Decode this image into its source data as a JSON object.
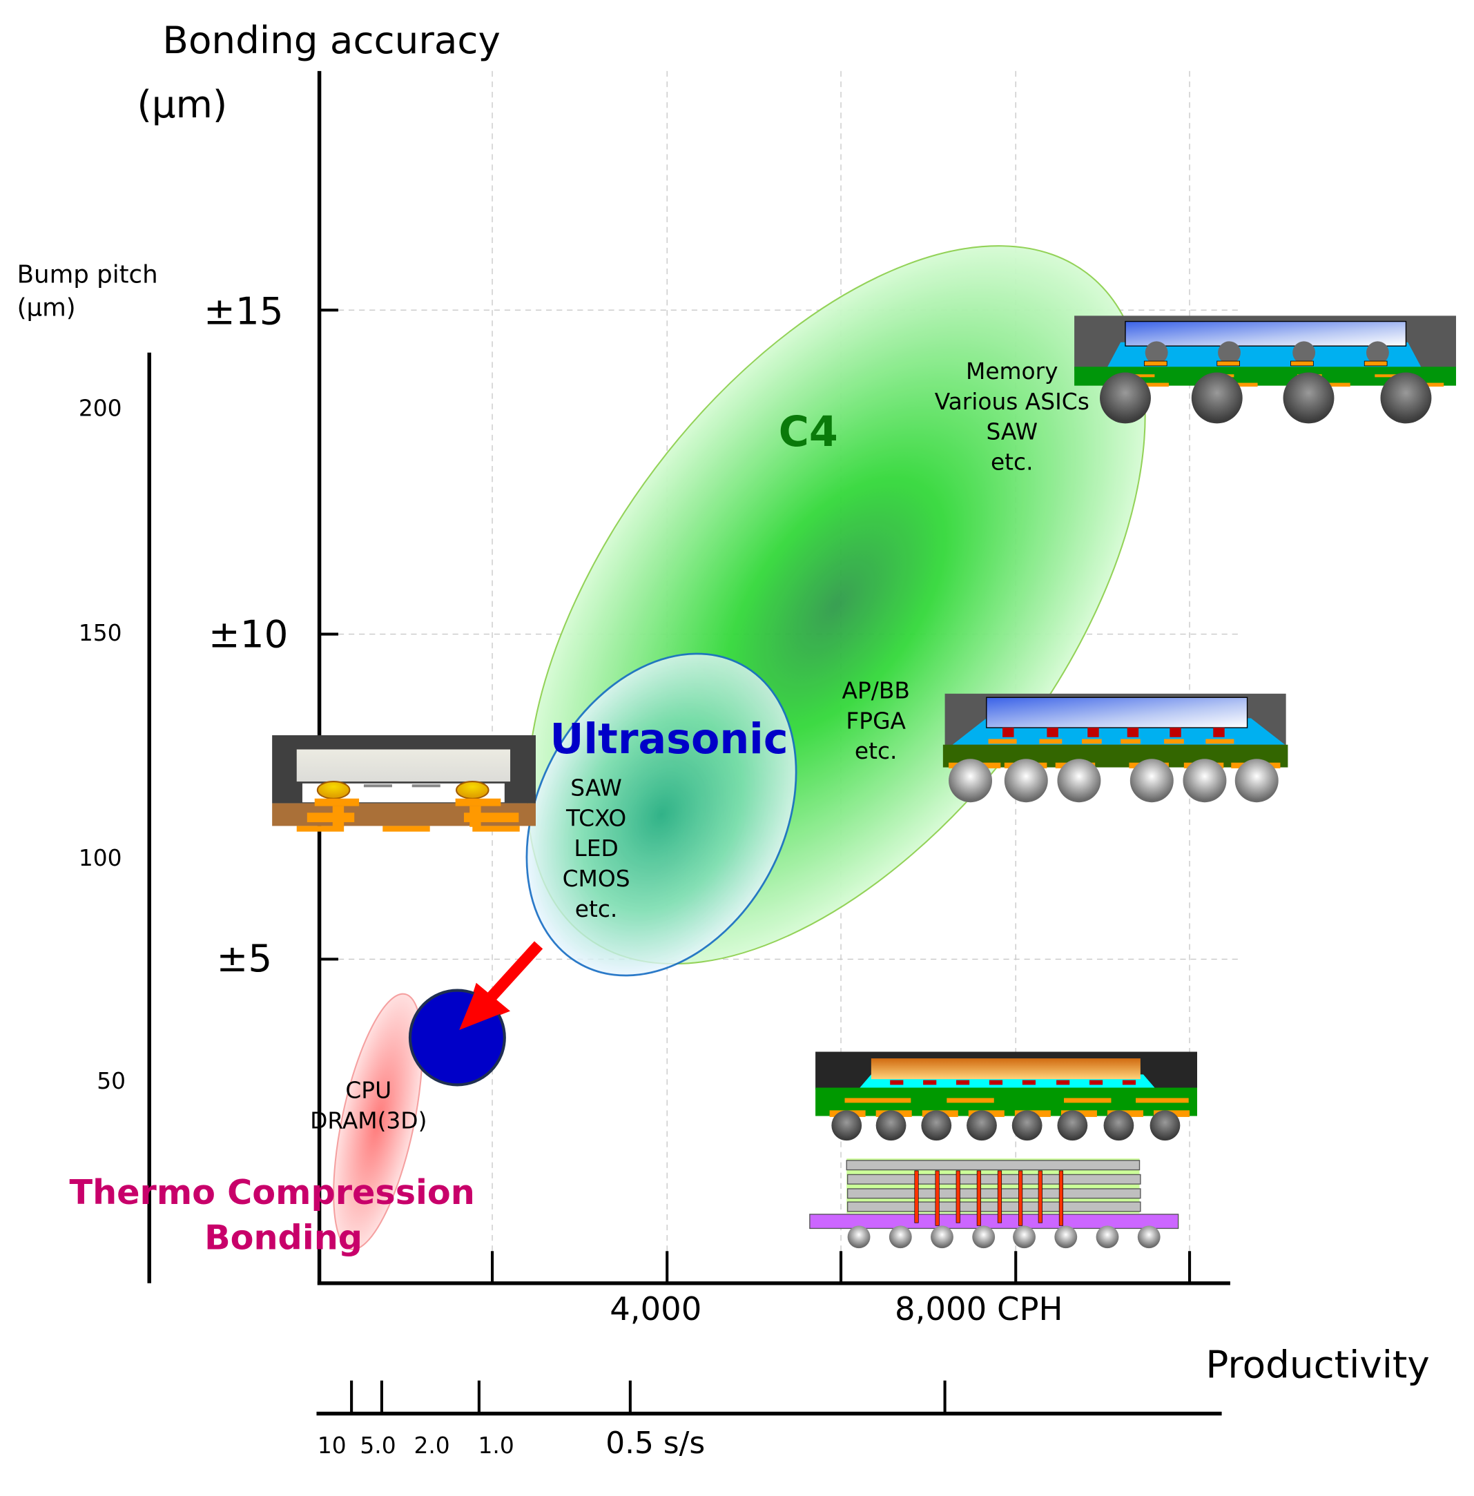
{
  "y_axis": {
    "title": "Bonding accuracy",
    "unit": "(μm)",
    "ticks": [
      "±15",
      "±10",
      "±5"
    ]
  },
  "pitch_axis": {
    "title_line1": "Bump pitch",
    "title_line2": "(μm)",
    "ticks": [
      "200",
      "150",
      "100",
      "50"
    ]
  },
  "x_axis": {
    "title": "Productivity",
    "cph_ticks": [
      "4,000",
      "8,000 CPH"
    ],
    "time_ticks": [
      "10",
      "5.0",
      "2.0",
      "1.0",
      "0.5 s/s"
    ]
  },
  "regions": {
    "c4": {
      "label": "C4",
      "color": "#0a7a0a",
      "apps_top": [
        "Memory",
        "Various ASICs",
        "SAW",
        "etc."
      ],
      "apps_mid": [
        "AP/BB",
        "FPGA",
        "etc."
      ]
    },
    "ultrasonic": {
      "label": "Ultrasonic",
      "color": "#0000c8",
      "apps": [
        "SAW",
        "TCXO",
        "LED",
        "CMOS",
        "etc."
      ]
    },
    "tcb": {
      "label_line1": "Thermo Compression",
      "label_line2": "Bonding",
      "color": "#c8006a",
      "apps": [
        "CPU",
        "DRAM(3D)"
      ]
    }
  },
  "colors": {
    "arrow": "#ff0000",
    "target_dot": "#0000c8"
  }
}
